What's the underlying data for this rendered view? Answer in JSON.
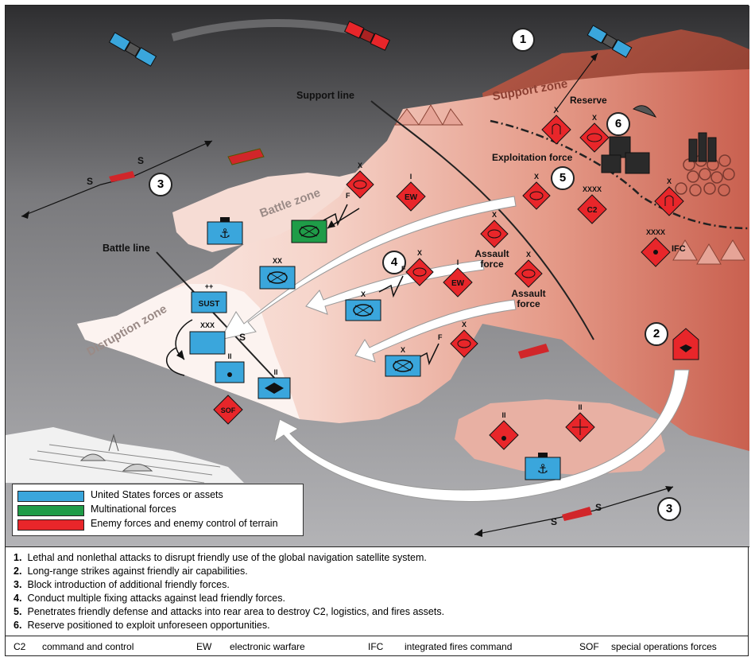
{
  "numbers": [
    "1",
    "2",
    "3",
    "3",
    "4",
    "5",
    "6"
  ],
  "labels": {
    "support_line": "Support line",
    "battle_line": "Battle line",
    "support_zone": "Support zone",
    "battle_zone": "Battle zone",
    "disruption_zone": "Disruption zone",
    "reserve": "Reserve",
    "exploitation_force": "Exploitation force",
    "assault_force_1": "Assault force",
    "assault_force_2": "Assault force",
    "ifc": "IFC",
    "s": "S",
    "f": "F"
  },
  "symbols": {
    "echelon_x": "X",
    "echelon_xx": "XX",
    "echelon_xxx": "XXX",
    "echelon_xxxx": "XXXX",
    "echelon_ii": "II",
    "echelon_i": "I",
    "echelon_plus": "++",
    "sust": "SUST",
    "ew": "EW",
    "c2": "C2",
    "sof": "SOF"
  },
  "legend": [
    {
      "color": "#3aa6dc",
      "label": "United States forces or assets"
    },
    {
      "color": "#1f9c48",
      "label": "Multinational forces"
    },
    {
      "color": "#e8262a",
      "label": "Enemy forces and enemy control of terrain"
    }
  ],
  "notes": [
    {
      "n": "1.",
      "text": "Lethal and nonlethal attacks to disrupt friendly use of the global navigation satellite system."
    },
    {
      "n": "2.",
      "text": "Long-range strikes against friendly air capabilities."
    },
    {
      "n": "3.",
      "text": "Block introduction of additional friendly forces."
    },
    {
      "n": "4.",
      "text": "Conduct multiple fixing attacks against lead friendly forces."
    },
    {
      "n": "5.",
      "text": "Penetrates friendly defense and attacks into rear area to destroy C2, logistics, and fires assets."
    },
    {
      "n": "6.",
      "text": "Reserve positioned to exploit unforeseen opportunities."
    }
  ],
  "abbreviations": [
    {
      "abbr": "C2",
      "def": "command and control"
    },
    {
      "abbr": "EW",
      "def": "electronic warfare"
    },
    {
      "abbr": "IFC",
      "def": "integrated fires command"
    },
    {
      "abbr": "SOF",
      "def": "special operations forces"
    }
  ],
  "colors": {
    "friendly": "#3aa6dc",
    "multinational": "#1f9c48",
    "enemy": "#e8262a",
    "sea": "#6e6e70",
    "enemy_land": "#d7786a",
    "contested_land": "#f2c2b4",
    "friendly_land": "#fbf0ec"
  }
}
